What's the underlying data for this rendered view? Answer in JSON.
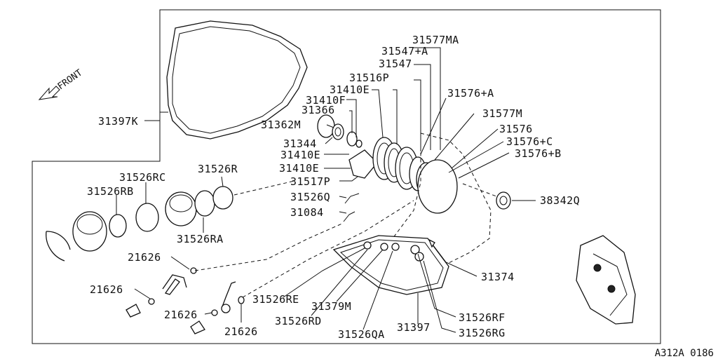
{
  "front_label": "FRONT",
  "reference_code": "A312A 0186",
  "labels": {
    "p31577MA": "31577MA",
    "p31547A": "31547+A",
    "p31547": "31547",
    "p31516P": "31516P",
    "p31410E_top": "31410E",
    "p31410F": "31410F",
    "p31366": "31366",
    "p31362M": "31362M",
    "p31344": "31344",
    "p31410E_mid": "31410E",
    "p31410E_low": "31410E",
    "p31517P": "31517P",
    "p31526Q": "31526Q",
    "p31084": "31084",
    "p31397K": "31397K",
    "p31576A": "31576+A",
    "p31577M": "31577M",
    "p31576": "31576",
    "p31576C": "31576+C",
    "p31576B": "31576+B",
    "p38342Q": "38342Q",
    "p31526RC": "31526RC",
    "p31526R": "31526R",
    "p31526RB": "31526RB",
    "p31526RA": "31526RA",
    "p21626_a": "21626",
    "p21626_b": "21626",
    "p21626_c": "21626",
    "p21626_d": "21626",
    "p31374": "31374",
    "p31526RE": "31526RE",
    "p31379M": "31379M",
    "p31526RD": "31526RD",
    "p31526QA": "31526QA",
    "p31397": "31397",
    "p31526RF": "31526RF",
    "p31526RG": "31526RG"
  }
}
